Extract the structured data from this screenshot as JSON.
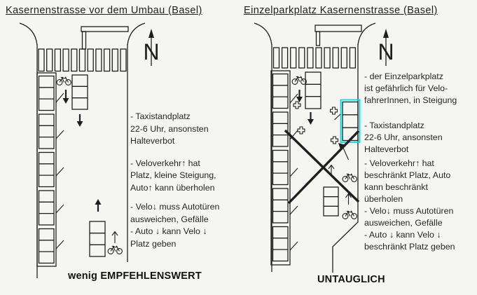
{
  "colors": {
    "background": "#f5f5f2",
    "line": "#1e1e1e",
    "highlight": "#00dede",
    "text": "#262626"
  },
  "left_panel": {
    "title": "Kasernenstrasse vor dem Umbau (Basel)",
    "compass_label": "N",
    "notes": [
      "- Taxistandplatz\n22-6 Uhr, ansonsten\nHalteverbot",
      "- Veloverkehr↑  hat\nPlatz, kleine Steigung,\nAuto↑ kann überholen",
      "- Velo↓ muss Autotüren\nausweichen, Gefälle\n- Auto ↓ kann Velo ↓\nPlatz geben"
    ],
    "verdict": "wenig EMPFEHLENSWERT"
  },
  "right_panel": {
    "title": "Einzelparkplatz Kasernenstrasse (Basel)",
    "compass_label": "N",
    "notes": [
      "- der Einzelparkplatz\nist gefährlich für Velo-\nfahrerInnen, in Steigung",
      "- Taxistandplatz\n22-6 Uhr, ansonsten\nHalteverbot",
      "- Veloverkehr↑  hat\nbeschränkt Platz, Auto\nkann beschränkt\nüberholen",
      "- Velo↓ muss Autotüren\nausweichen, Gefälle\n- Auto ↓ kann Velo ↓\nbeschränkt Platz geben"
    ],
    "verdict": "UNTAUGLICH"
  }
}
